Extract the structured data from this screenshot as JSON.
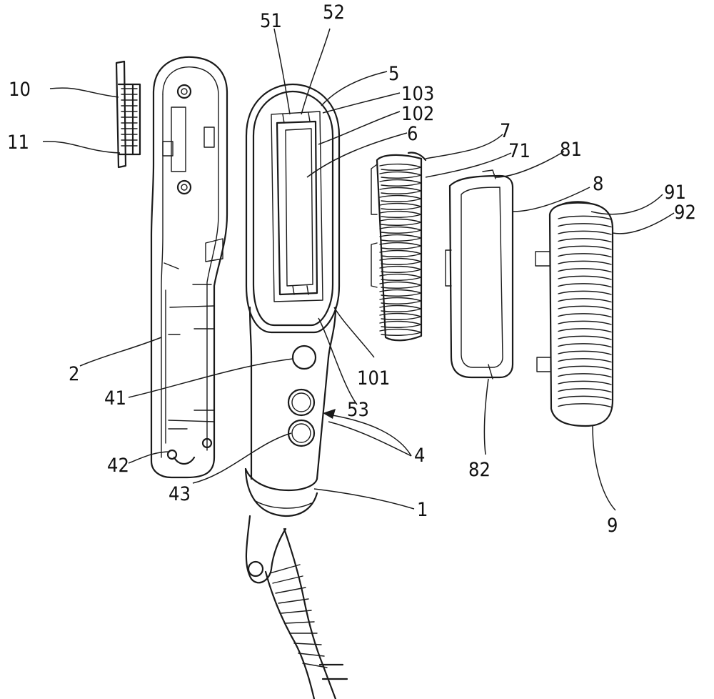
{
  "labels": {
    "l10": "10",
    "l11": "11",
    "l2": "2",
    "l41": "41",
    "l42": "42",
    "l43": "43",
    "l51": "51",
    "l52": "52",
    "l5": "5",
    "l103": "103",
    "l102": "102",
    "l6": "6",
    "l101": "101",
    "l53": "53",
    "l4": "4",
    "l1": "1",
    "l7": "7",
    "l71": "71",
    "l81": "81",
    "l8": "8",
    "l82": "82",
    "l91": "91",
    "l92": "92",
    "l9": "9"
  }
}
